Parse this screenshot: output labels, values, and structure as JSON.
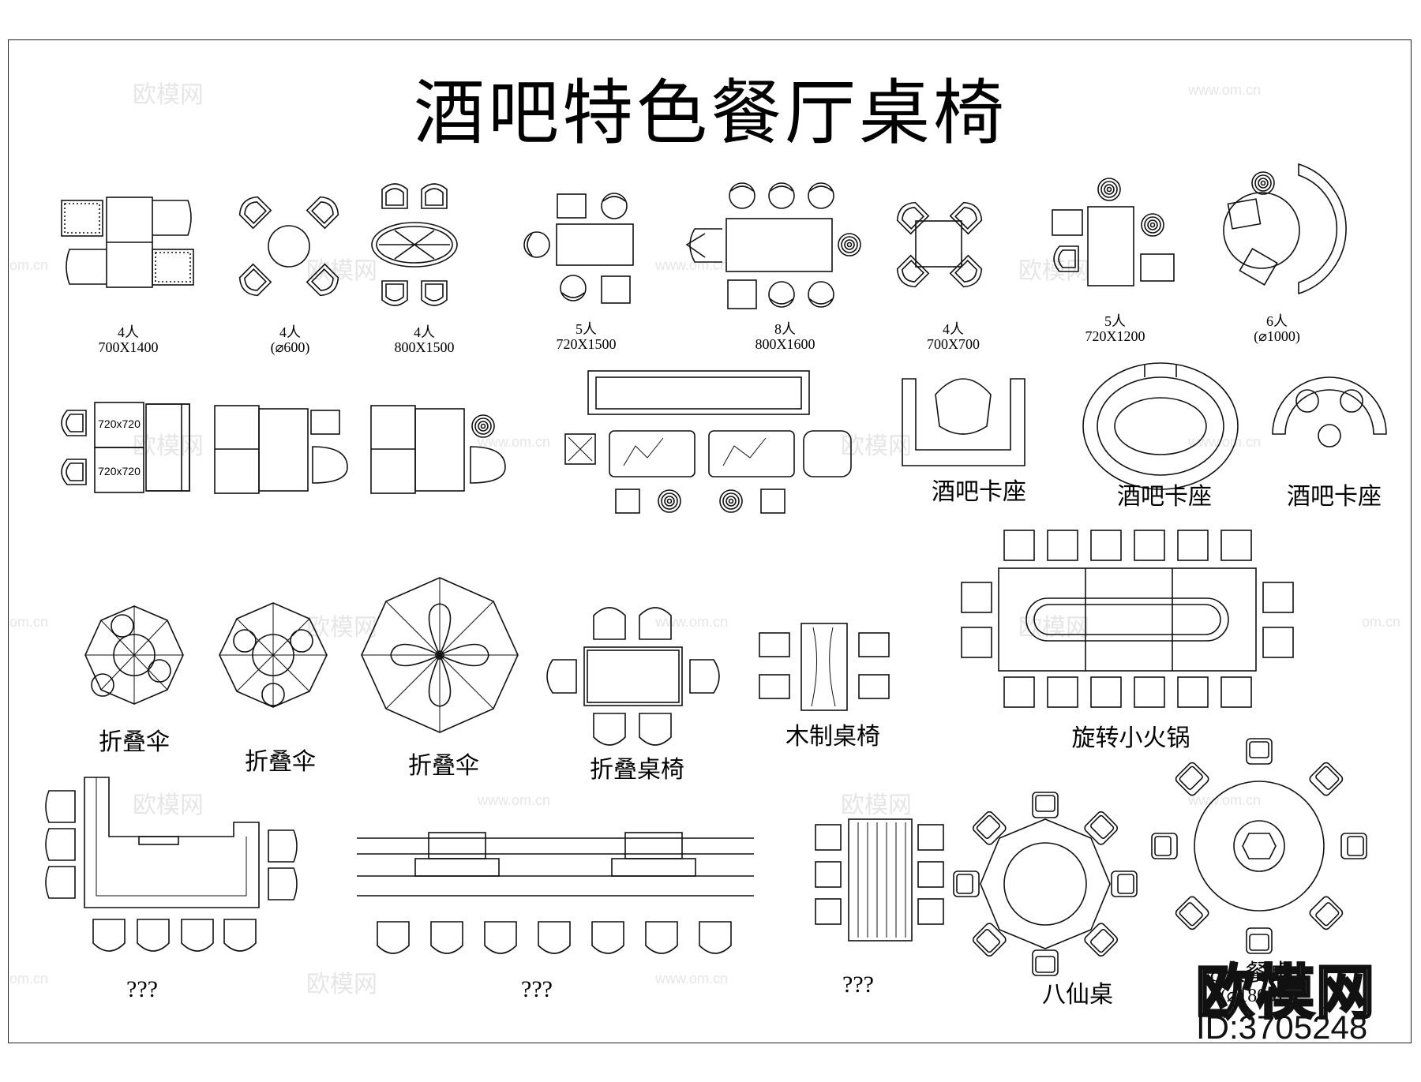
{
  "title": "酒吧特色餐厅桌椅",
  "row1": [
    {
      "name": "4人",
      "size": "700X1400"
    },
    {
      "name": "4人",
      "size": "(⌀600)"
    },
    {
      "name": "4人",
      "size": "800X1500"
    },
    {
      "name": "5人",
      "size": "720X1500"
    },
    {
      "name": "8人",
      "size": "800X1600"
    },
    {
      "name": "4人",
      "size": "700X700"
    },
    {
      "name": "5人",
      "size": "720X1200"
    },
    {
      "name": "6人",
      "size": "(⌀1000)"
    }
  ],
  "table_marks": [
    "720x720",
    "720x720"
  ],
  "booth_labels": [
    "酒吧卡座",
    "酒吧卡座",
    "酒吧卡座"
  ],
  "umbrella_labels": [
    "折叠伞",
    "折叠伞",
    "折叠伞"
  ],
  "folding_set": "折叠桌椅",
  "wooden_set": "木制桌椅",
  "hotpot": "旋转小火锅",
  "unknown": [
    "???",
    "???",
    "???"
  ],
  "eight_immortals": "八仙桌",
  "round8": {
    "name": "8人餐桌",
    "size": "(⌀1800)"
  },
  "watermarks": {
    "logo": "欧模网",
    "url": "www.om.cn",
    "partial": "om.cn"
  },
  "logo": {
    "text": "欧模网",
    "id": "ID:3705248"
  }
}
